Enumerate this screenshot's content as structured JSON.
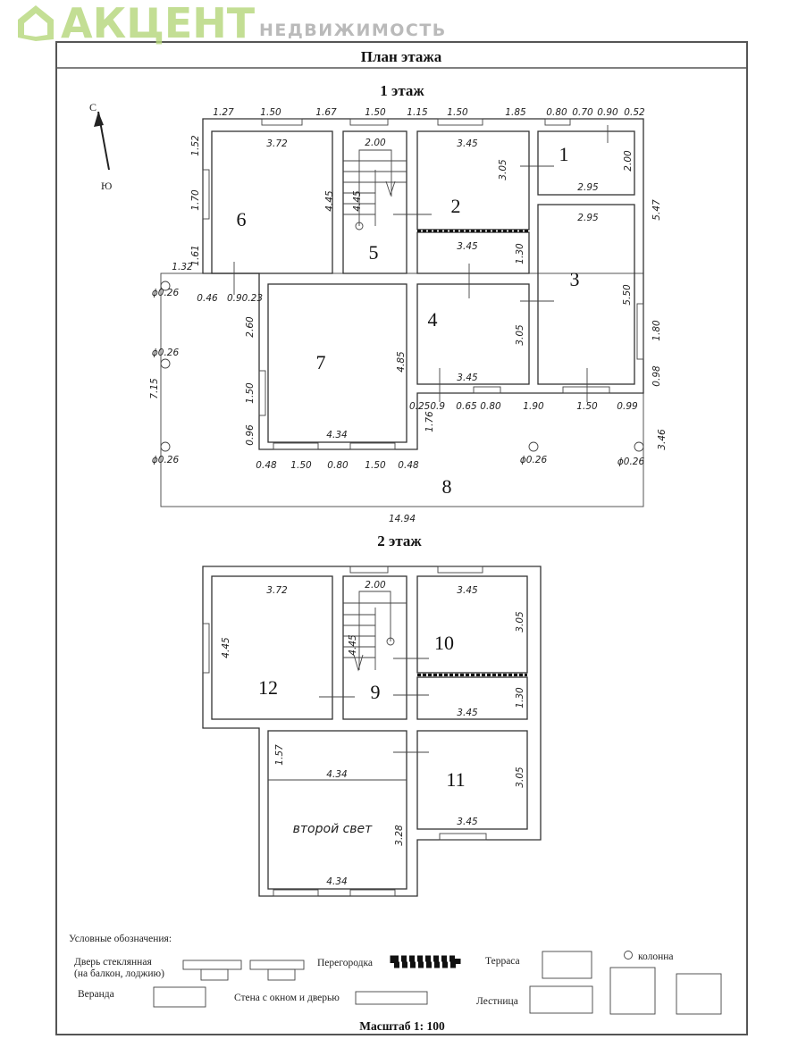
{
  "header": {
    "title": "План этажа"
  },
  "logo": {
    "name": "АКЦЕНТ",
    "subtitle": "НЕДВИЖИМОСТЬ"
  },
  "compass": {
    "north": "С",
    "south": "Ю"
  },
  "floor1": {
    "title": "1 этаж",
    "rooms": [
      "1",
      "2",
      "3",
      "4",
      "5",
      "6",
      "7",
      "8"
    ],
    "dimensions": [
      "1.27",
      "1.50",
      "1.67",
      "1.50",
      "1.15",
      "1.50",
      "1.85",
      "0.80",
      "0.70",
      "0.90",
      "0.52",
      "3.72",
      "2.00",
      "3.45",
      "2.95",
      "2.95",
      "3.45",
      "3.45",
      "4.34",
      "1.52",
      "1.70",
      "1.61",
      "4.45",
      "4.45",
      "3.05",
      "2.00",
      "5.47",
      "1.30",
      "5.50",
      "3.05",
      "1.80",
      "0.98",
      "2.60",
      "4.85",
      "1.50",
      "0.96",
      "1.76",
      "7.15",
      "3.46",
      "1.32",
      "ϕ0.26",
      "ϕ0.26",
      "ϕ0.26",
      "ϕ0.26",
      "ϕ0.26",
      "0.46",
      "0.90.23",
      "0.250.9",
      "0.65",
      "0.80",
      "1.90",
      "1.50",
      "0.99",
      "0.48",
      "1.50",
      "0.80",
      "1.50",
      "0.48",
      "14.94"
    ]
  },
  "floor2": {
    "title": "2 этаж",
    "rooms": [
      "10",
      "12",
      "9",
      "11"
    ],
    "second_light": "второй свет",
    "dimensions": [
      "3.72",
      "2.00",
      "3.45",
      "4.45",
      "4.45",
      "3.05",
      "1.30",
      "3.45",
      "1.57",
      "4.34",
      "3.05",
      "3.45",
      "3.28",
      "4.34"
    ]
  },
  "legend": {
    "title": "Условные обозначения:",
    "glass_door_1": "Дверь стеклянная",
    "glass_door_2": "(на балкон, лоджию)",
    "partition": "Перегородка",
    "terrace": "Терраса",
    "column": "колонна",
    "veranda": "Веранда",
    "wall_window_door": "Стена с окном и дверью",
    "stairs": "Лестница"
  },
  "scale": "Масштаб 1: 100"
}
